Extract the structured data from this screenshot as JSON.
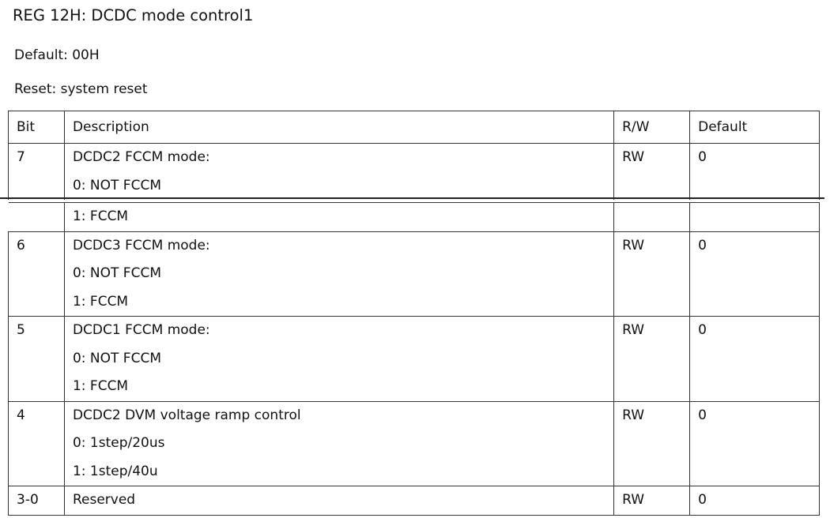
{
  "title": "REG 12H: DCDC mode control1",
  "default_line": "Default: 00H",
  "reset_line": "Reset: system reset",
  "table": {
    "headers": {
      "bit": "Bit",
      "description": "Description",
      "rw": "R/W",
      "default": "Default"
    },
    "rows": [
      {
        "bit": "7",
        "lines": [
          "DCDC2 FCCM mode:",
          "0: NOT FCCM",
          "1: FCCM"
        ],
        "rw": "RW",
        "default": "0"
      },
      {
        "bit": "6",
        "lines": [
          "DCDC3 FCCM mode:",
          "0: NOT FCCM",
          "1: FCCM"
        ],
        "rw": "RW",
        "default": "0"
      },
      {
        "bit": "5",
        "lines": [
          "DCDC1 FCCM mode:",
          "0: NOT FCCM",
          "1: FCCM"
        ],
        "rw": "RW",
        "default": "0"
      },
      {
        "bit": "4",
        "lines": [
          "DCDC2 DVM voltage ramp control",
          "0: 1step/20us",
          "1: 1step/40u"
        ],
        "rw": "RW",
        "default": "0"
      },
      {
        "bit": "3-0",
        "lines": [
          "Reserved"
        ],
        "rw": "RW",
        "default": "0"
      }
    ]
  }
}
